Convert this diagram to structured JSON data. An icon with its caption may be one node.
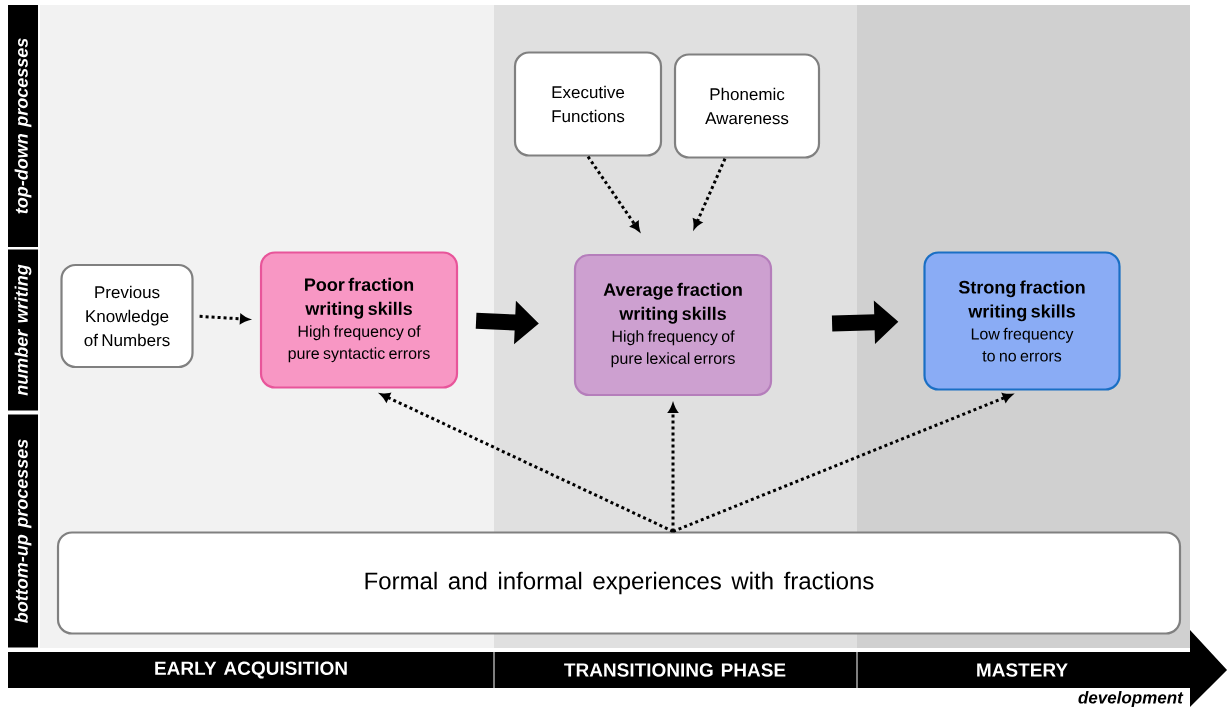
{
  "diagram": {
    "nodes": [
      {
        "text": [
          "Previous Knowledge of Numbers"
        ]
      },
      {
        "text": [
          "Poor fraction writing skills",
          "High frequency of pure syntactic errors"
        ]
      },
      {
        "text": [
          "Executive Functions"
        ]
      },
      {
        "text": [
          "Phonemic Awareness"
        ]
      },
      {
        "text": [
          "Average fraction writing skills",
          "High frequency of pure lexical errors"
        ]
      },
      {
        "text": [
          "Strong fraction writing skills",
          "Low frequency to no errors"
        ]
      },
      {
        "text": [
          "Formal and informal experiences with fractions"
        ]
      }
    ],
    "edges": [
      {
        "from": 0,
        "to": 1,
        "arrow": "to",
        "style": "dashed"
      },
      {
        "from": 1,
        "to": 4,
        "arrow": "to",
        "style": "thick"
      },
      {
        "from": 4,
        "to": 5,
        "arrow": "to",
        "style": "thick"
      },
      {
        "from": 2,
        "to": 4,
        "arrow": "to",
        "style": "dashed"
      },
      {
        "from": 3,
        "to": 4,
        "arrow": "to",
        "style": "dashed"
      },
      {
        "from": 6,
        "to": 1,
        "arrow": "to",
        "style": "dashed"
      },
      {
        "from": 6,
        "to": 4,
        "arrow": "to",
        "style": "dashed"
      },
      {
        "from": 6,
        "to": 5,
        "arrow": "to",
        "style": "dashed"
      }
    ],
    "labels": [
      "top-down processes",
      "number writing",
      "bottom-up processes",
      "EARLY ACQUISITION",
      "TRANSITIONING PHASE",
      "MASTERY",
      "development"
    ]
  }
}
